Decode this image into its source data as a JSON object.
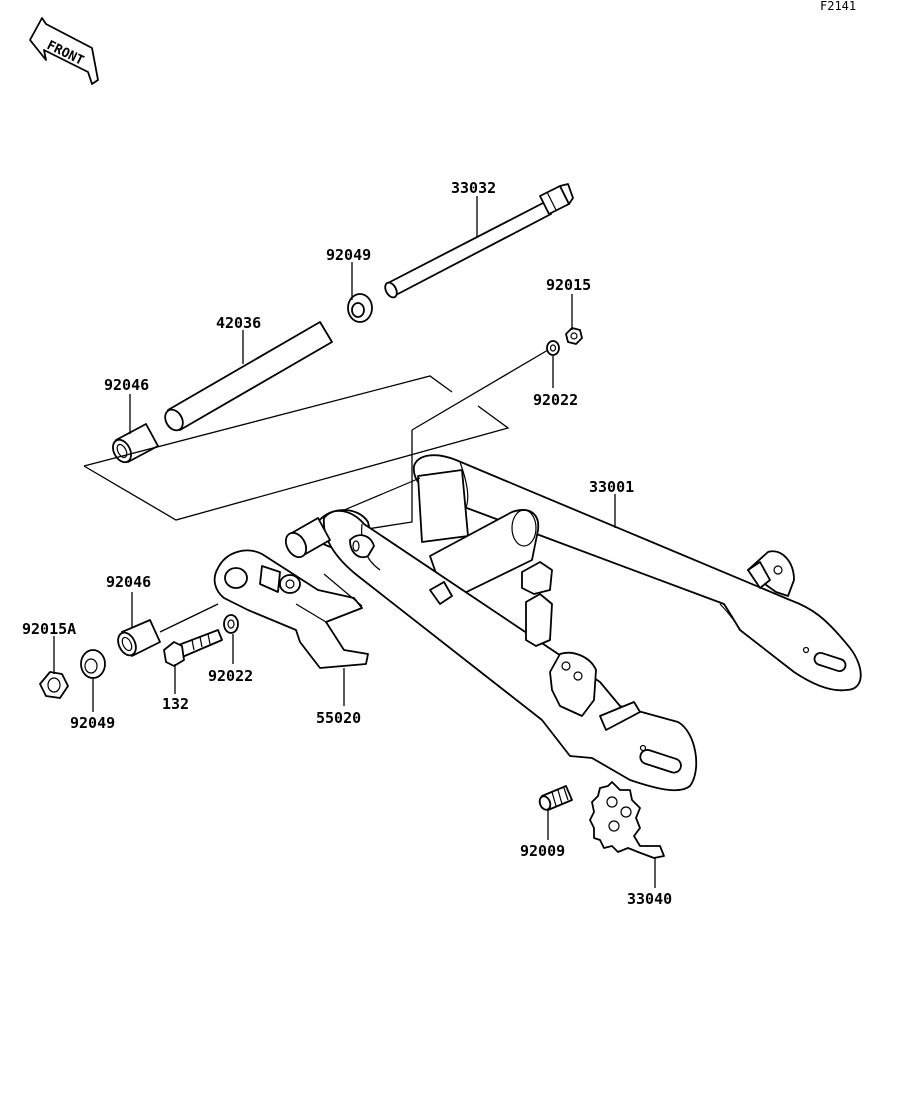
{
  "figure_id": "F2141",
  "front_marker": "FRONT",
  "parts": {
    "p33032": "33032",
    "p92049_top": "92049",
    "p92015": "92015",
    "p42036": "42036",
    "p92022_top": "92022",
    "p92046_top": "92046",
    "p33001": "33001",
    "p92046_bot": "92046",
    "p92015A": "92015A",
    "p92049_bot": "92049",
    "p132": "132",
    "p92022_bot": "92022",
    "p55020": "55020",
    "p92009": "92009",
    "p33040": "33040"
  }
}
